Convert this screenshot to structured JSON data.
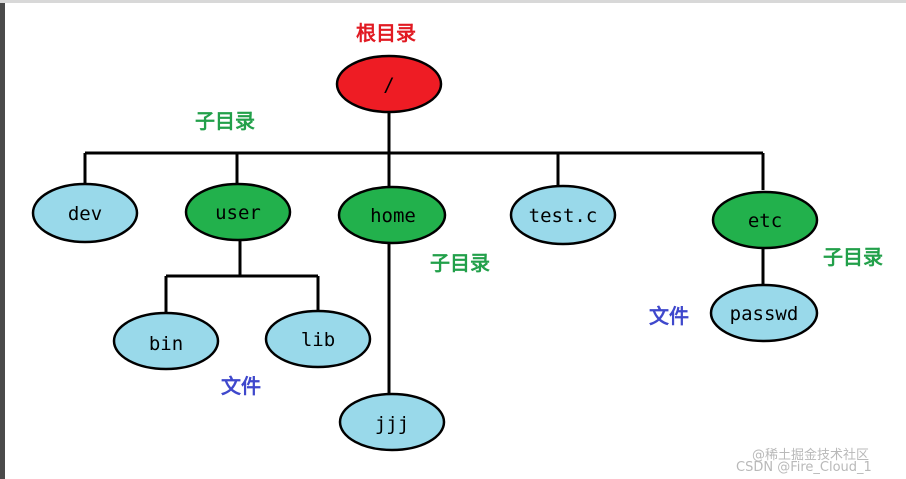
{
  "colors": {
    "root_fill": "#ee1c24",
    "dir_fill": "#22b14c",
    "file_fill": "#99d9ea",
    "line": "#000000",
    "dir_label": "#22a04a",
    "root_label": "#e11a22",
    "file_label": "#3f48cc"
  },
  "nodes": {
    "root": "/",
    "dev": "dev",
    "user": "user",
    "home": "home",
    "test": "test.c",
    "etc": "etc",
    "bin": "bin",
    "lib": "lib",
    "jjj": "jjj",
    "passwd": "passwd"
  },
  "labels": {
    "root": "根目录",
    "subdir_left": "子目录",
    "subdir_home": "子目录",
    "subdir_etc": "子目录",
    "file_user": "文件",
    "file_etc": "文件"
  },
  "watermark": {
    "line1": "@稀土掘金技术社区",
    "line2": "CSDN @Fire_Cloud_1"
  }
}
